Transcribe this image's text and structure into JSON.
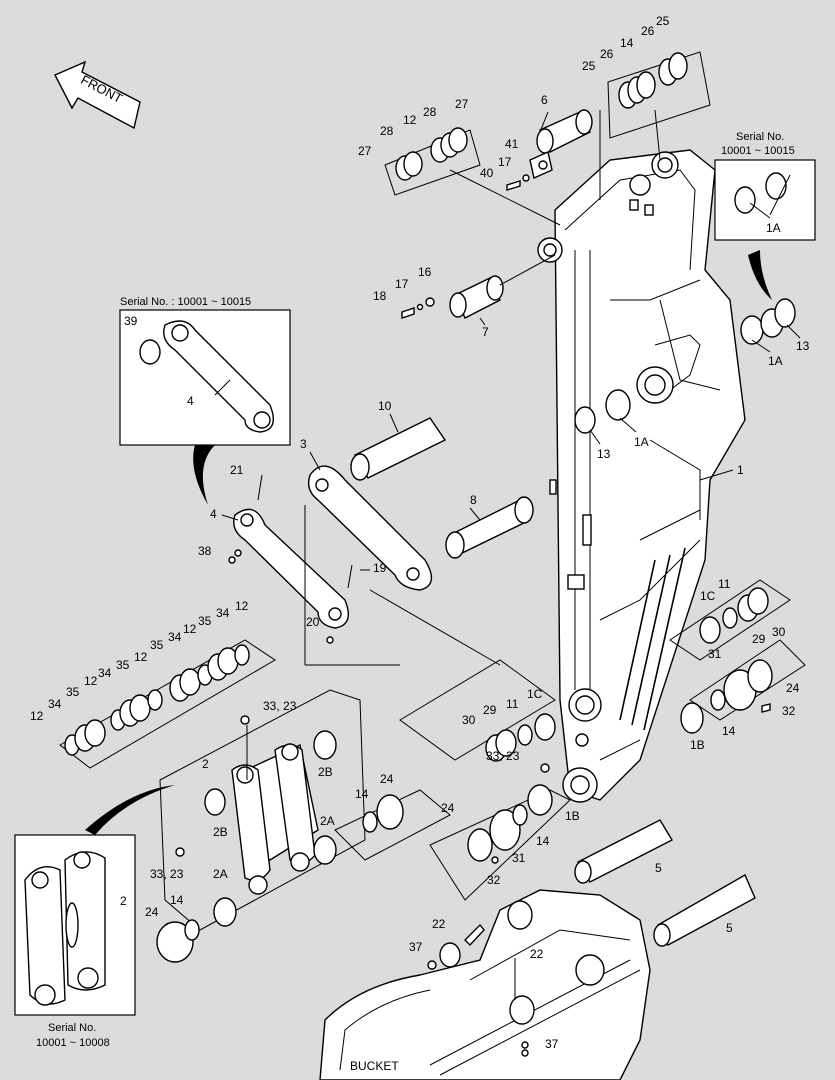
{
  "front_label": "FRONT",
  "bucket_label": "BUCKET",
  "serial_boxes": {
    "top_right": {
      "line1": "Serial No.",
      "line2": "10001 ~ 10015"
    },
    "left_link": {
      "text": "Serial No. : 10001 ~ 10015"
    },
    "bottom_left": {
      "line1": "Serial No.",
      "line2": "10001 ~ 10008"
    }
  },
  "callouts": {
    "c25a": "25",
    "c26a": "26",
    "c14a": "14",
    "c26b": "26",
    "c25b": "25",
    "c6": "6",
    "c28a": "28",
    "c12a": "12",
    "c28b": "28",
    "c27a": "27",
    "c27b": "27",
    "c41": "41",
    "c17a": "17",
    "c40": "40",
    "c16": "16",
    "c17b": "17",
    "c18": "18",
    "c7": "7",
    "c1Aa": "1A",
    "c1Ab": "1A",
    "c13a": "13",
    "c1Ac": "1A",
    "c13b": "13",
    "c39": "39",
    "c4a": "4",
    "c10": "10",
    "c3": "3",
    "c21": "21",
    "c4b": "4",
    "c8": "8",
    "c1": "1",
    "c38": "38",
    "c19": "19",
    "c20": "20",
    "c12b": "12",
    "c34a": "34",
    "c35a": "35",
    "c12c": "12",
    "c34b": "34",
    "c35b": "35",
    "c12d": "12",
    "c35c": "35",
    "c34c": "34",
    "c12e": "12",
    "c35d": "35",
    "c34d": "34",
    "c12f": "12",
    "c1Ca": "1C",
    "c11a": "11",
    "c29a": "29",
    "c30a": "30",
    "c31a": "31",
    "c24a": "24",
    "c32a": "32",
    "c1Ba": "1B",
    "c14b": "14",
    "c30b": "30",
    "c29b": "29",
    "c11b": "11",
    "c1Cb": "1C",
    "c3323a": "33, 23",
    "c3323b": "33, 23",
    "c3323c": "33, 23",
    "c2a": "2",
    "c2B1": "2B",
    "c2B2": "2B",
    "c2A1": "2A",
    "c2A2": "2A",
    "c14c": "14",
    "c24b": "24",
    "c24c": "24",
    "c1Bb": "1B",
    "c14d": "14",
    "c31b": "31",
    "c32b": "32",
    "c5a": "5",
    "c5b": "5",
    "c2b": "2",
    "c24d": "24",
    "c14e": "14",
    "c22a": "22",
    "c37a": "37",
    "c22b": "22",
    "c37b": "37"
  }
}
